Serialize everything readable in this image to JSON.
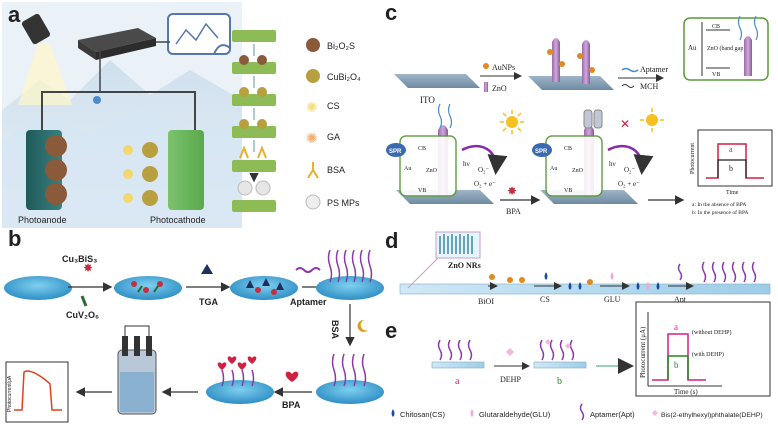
{
  "panels": {
    "a": {
      "letter": "a",
      "photoanode": "Photoanode",
      "photocathode": "Photocathode",
      "legend": [
        {
          "label": "Bi₂O₂S",
          "color": "#8a5a3a"
        },
        {
          "label": "CuBi₂O₄",
          "color": "#b8a040"
        },
        {
          "label": "CS",
          "color": "#f2e080"
        },
        {
          "label": "GA",
          "color": "#f0b070"
        },
        {
          "label": "BSA",
          "color": "#e8b030"
        },
        {
          "label": "PS MPs",
          "color": "#e8e8e8"
        }
      ]
    },
    "b": {
      "letter": "b",
      "reagent1": "Cu₃BiS₃",
      "reagent2": "CuV₂O₆",
      "step_tga": "TGA",
      "step_aptamer": "Aptamer",
      "step_bsa": "BSA",
      "step_bpa": "BPA",
      "plot_ylabel": "Photocurrent/μA"
    },
    "c": {
      "letter": "c",
      "ito": "ITO",
      "aunps": "AuNPs",
      "zno": "ZnO",
      "aptamer": "Aptamer",
      "mch": "MCH",
      "band_cb": "CB",
      "band_vb": "VB",
      "band_au": "Au",
      "band_zno": "ZnO (band gap)",
      "spr": "SPR",
      "bpa": "BPA",
      "o2": "O₂",
      "o2minus": "O₂⁻",
      "o2e": "O₂ + e⁻",
      "hv": "hν",
      "chart_ylabel": "Photocurrent",
      "chart_xlabel": "Time",
      "mark_a": "a",
      "mark_b": "b",
      "note_a": "a: In the absence of BPA",
      "note_b": "b: In the presence of BPA"
    },
    "d": {
      "letter": "d",
      "zno_nrs": "ZnO NRs",
      "bioi": "BiOI",
      "cs": "CS",
      "glu": "GLU",
      "apt": "Apt"
    },
    "e": {
      "letter": "e",
      "mark_a": "a",
      "mark_b": "b",
      "dehp": "DEHP",
      "ylabel": "Photocurrent (μA)",
      "xlabel": "Time (s)",
      "without": "(without DEHP)",
      "with": "(with DEHP)",
      "legend": [
        {
          "label": "Chitosan(CS)"
        },
        {
          "label": "Glutaraldehyde(GLU)"
        },
        {
          "label": "Aptamer(Apt)"
        },
        {
          "label": "Bis(2-ethylhexyl)phthalate(DEHP)"
        }
      ]
    }
  }
}
